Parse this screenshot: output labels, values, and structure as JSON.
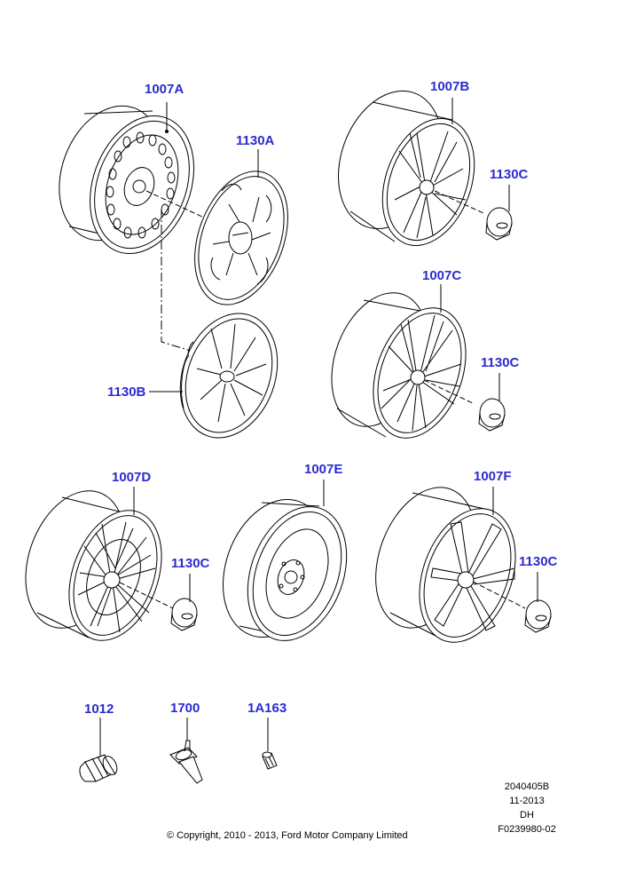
{
  "colors": {
    "label": "#2b2bd0",
    "lines": "#000000"
  },
  "parts": [
    {
      "id": "p-1007A",
      "label": "1007A",
      "kind": "steel-wheel"
    },
    {
      "id": "p-1130A",
      "label": "1130A",
      "kind": "wheel-cover"
    },
    {
      "id": "p-1130B",
      "label": "1130B",
      "kind": "wheel-cover"
    },
    {
      "id": "p-1007B",
      "label": "1007B",
      "kind": "alloy-wheel"
    },
    {
      "id": "p-1130C-1",
      "label": "1130C",
      "kind": "center-cap"
    },
    {
      "id": "p-1007C",
      "label": "1007C",
      "kind": "alloy-wheel"
    },
    {
      "id": "p-1130C-2",
      "label": "1130C",
      "kind": "center-cap"
    },
    {
      "id": "p-1007D",
      "label": "1007D",
      "kind": "alloy-wheel"
    },
    {
      "id": "p-1130C-3",
      "label": "1130C",
      "kind": "center-cap"
    },
    {
      "id": "p-1007E",
      "label": "1007E",
      "kind": "spare-wheel"
    },
    {
      "id": "p-1007F",
      "label": "1007F",
      "kind": "alloy-wheel"
    },
    {
      "id": "p-1130C-4",
      "label": "1130C",
      "kind": "center-cap"
    },
    {
      "id": "p-1012",
      "label": "1012",
      "kind": "wheel-nut"
    },
    {
      "id": "p-1700",
      "label": "1700",
      "kind": "tire-valve"
    },
    {
      "id": "p-1A163",
      "label": "1A163",
      "kind": "valve-cap"
    }
  ],
  "meta": {
    "ref": "2040405B",
    "date": "11-2013",
    "code": "DH",
    "figure": "F0239980-02"
  },
  "copyright": "© Copyright, 2010 - 2013, Ford Motor Company Limited"
}
